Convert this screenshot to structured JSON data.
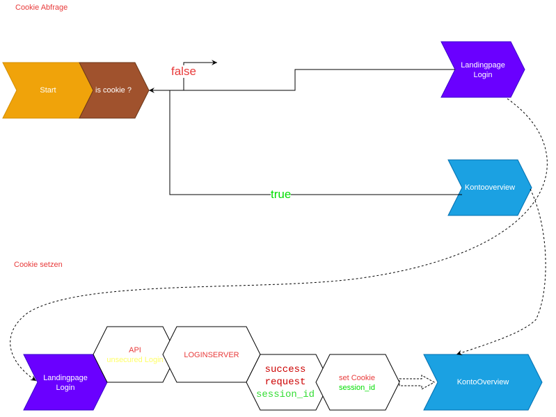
{
  "sections": {
    "cookie_query": "Cookie Abfrage",
    "cookie_set": "Cookie setzen"
  },
  "nodes": {
    "start": "Start",
    "is_cookie": "is cookie ?",
    "landing_top_line1": "Landingpage",
    "landing_top_line2": "Login",
    "kontooverview_top": "Kontooverview",
    "landing_bottom_line1": "Landingpage",
    "landing_bottom_line2": "Login",
    "api_line1": "API",
    "api_line2": "unsecured Login",
    "loginserver": "LOGINSERVER",
    "success_line1": "success",
    "success_line2": "request",
    "success_line3": "session_id",
    "set_cookie_line1": "set Cookie",
    "set_cookie_line2": "session_id",
    "kontooverview_bottom": "KontoOverview"
  },
  "edges": {
    "false_label": "false",
    "true_label": "true"
  },
  "colors": {
    "start": "#f0a30a",
    "is_cookie": "#a0522d",
    "landing": "#6a00ff",
    "konto": "#1ba1e2",
    "section_label": "#e83a3a",
    "false_label": "#e83a3a",
    "true_label": "#00dd00",
    "api_sub": "#ffff66",
    "session_green": "#00dd00",
    "success_red": "#cc0000",
    "loginserver_red": "#e83a3a"
  }
}
